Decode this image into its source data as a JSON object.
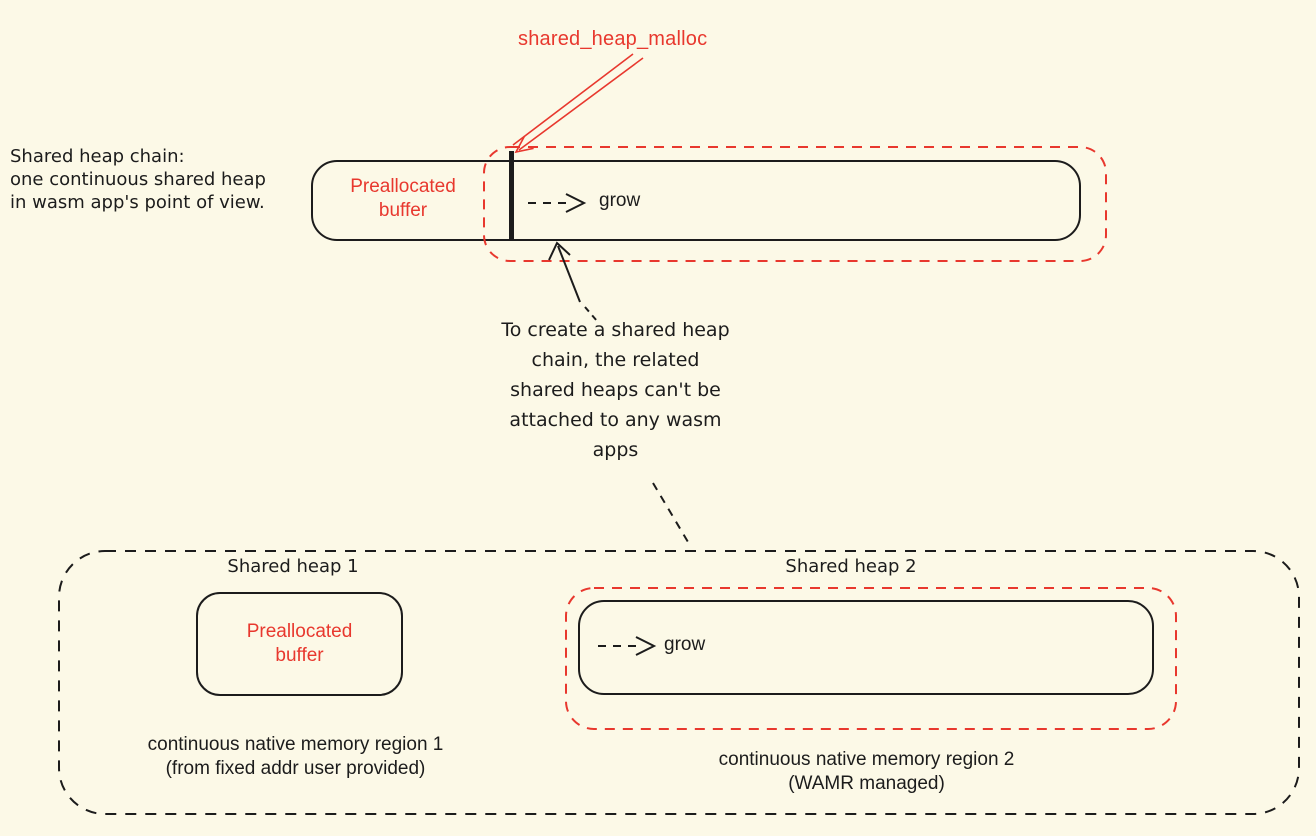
{
  "colors": {
    "background": "#fcf9e7",
    "ink": "#1c1c1c",
    "accent_red": "#e8382e"
  },
  "top_section": {
    "malloc_label": "shared_heap_malloc",
    "chain_caption": "Shared heap chain:\none continuous shared heap\nin wasm app's point of view.",
    "preallocated_buffer_label": "Preallocated\nbuffer",
    "grow_label": "grow"
  },
  "note": {
    "text": "To create a shared heap\nchain, the related\nshared heaps can't be\nattached to any wasm\napps"
  },
  "bottom_section": {
    "heap1": {
      "title": "Shared heap 1",
      "buffer_label": "Preallocated\nbuffer",
      "caption": "continuous native memory region 1\n(from fixed addr user provided)"
    },
    "heap2": {
      "title": "Shared heap 2",
      "grow_label": "grow",
      "caption": "continuous native memory region 2\n(WAMR managed)"
    }
  }
}
